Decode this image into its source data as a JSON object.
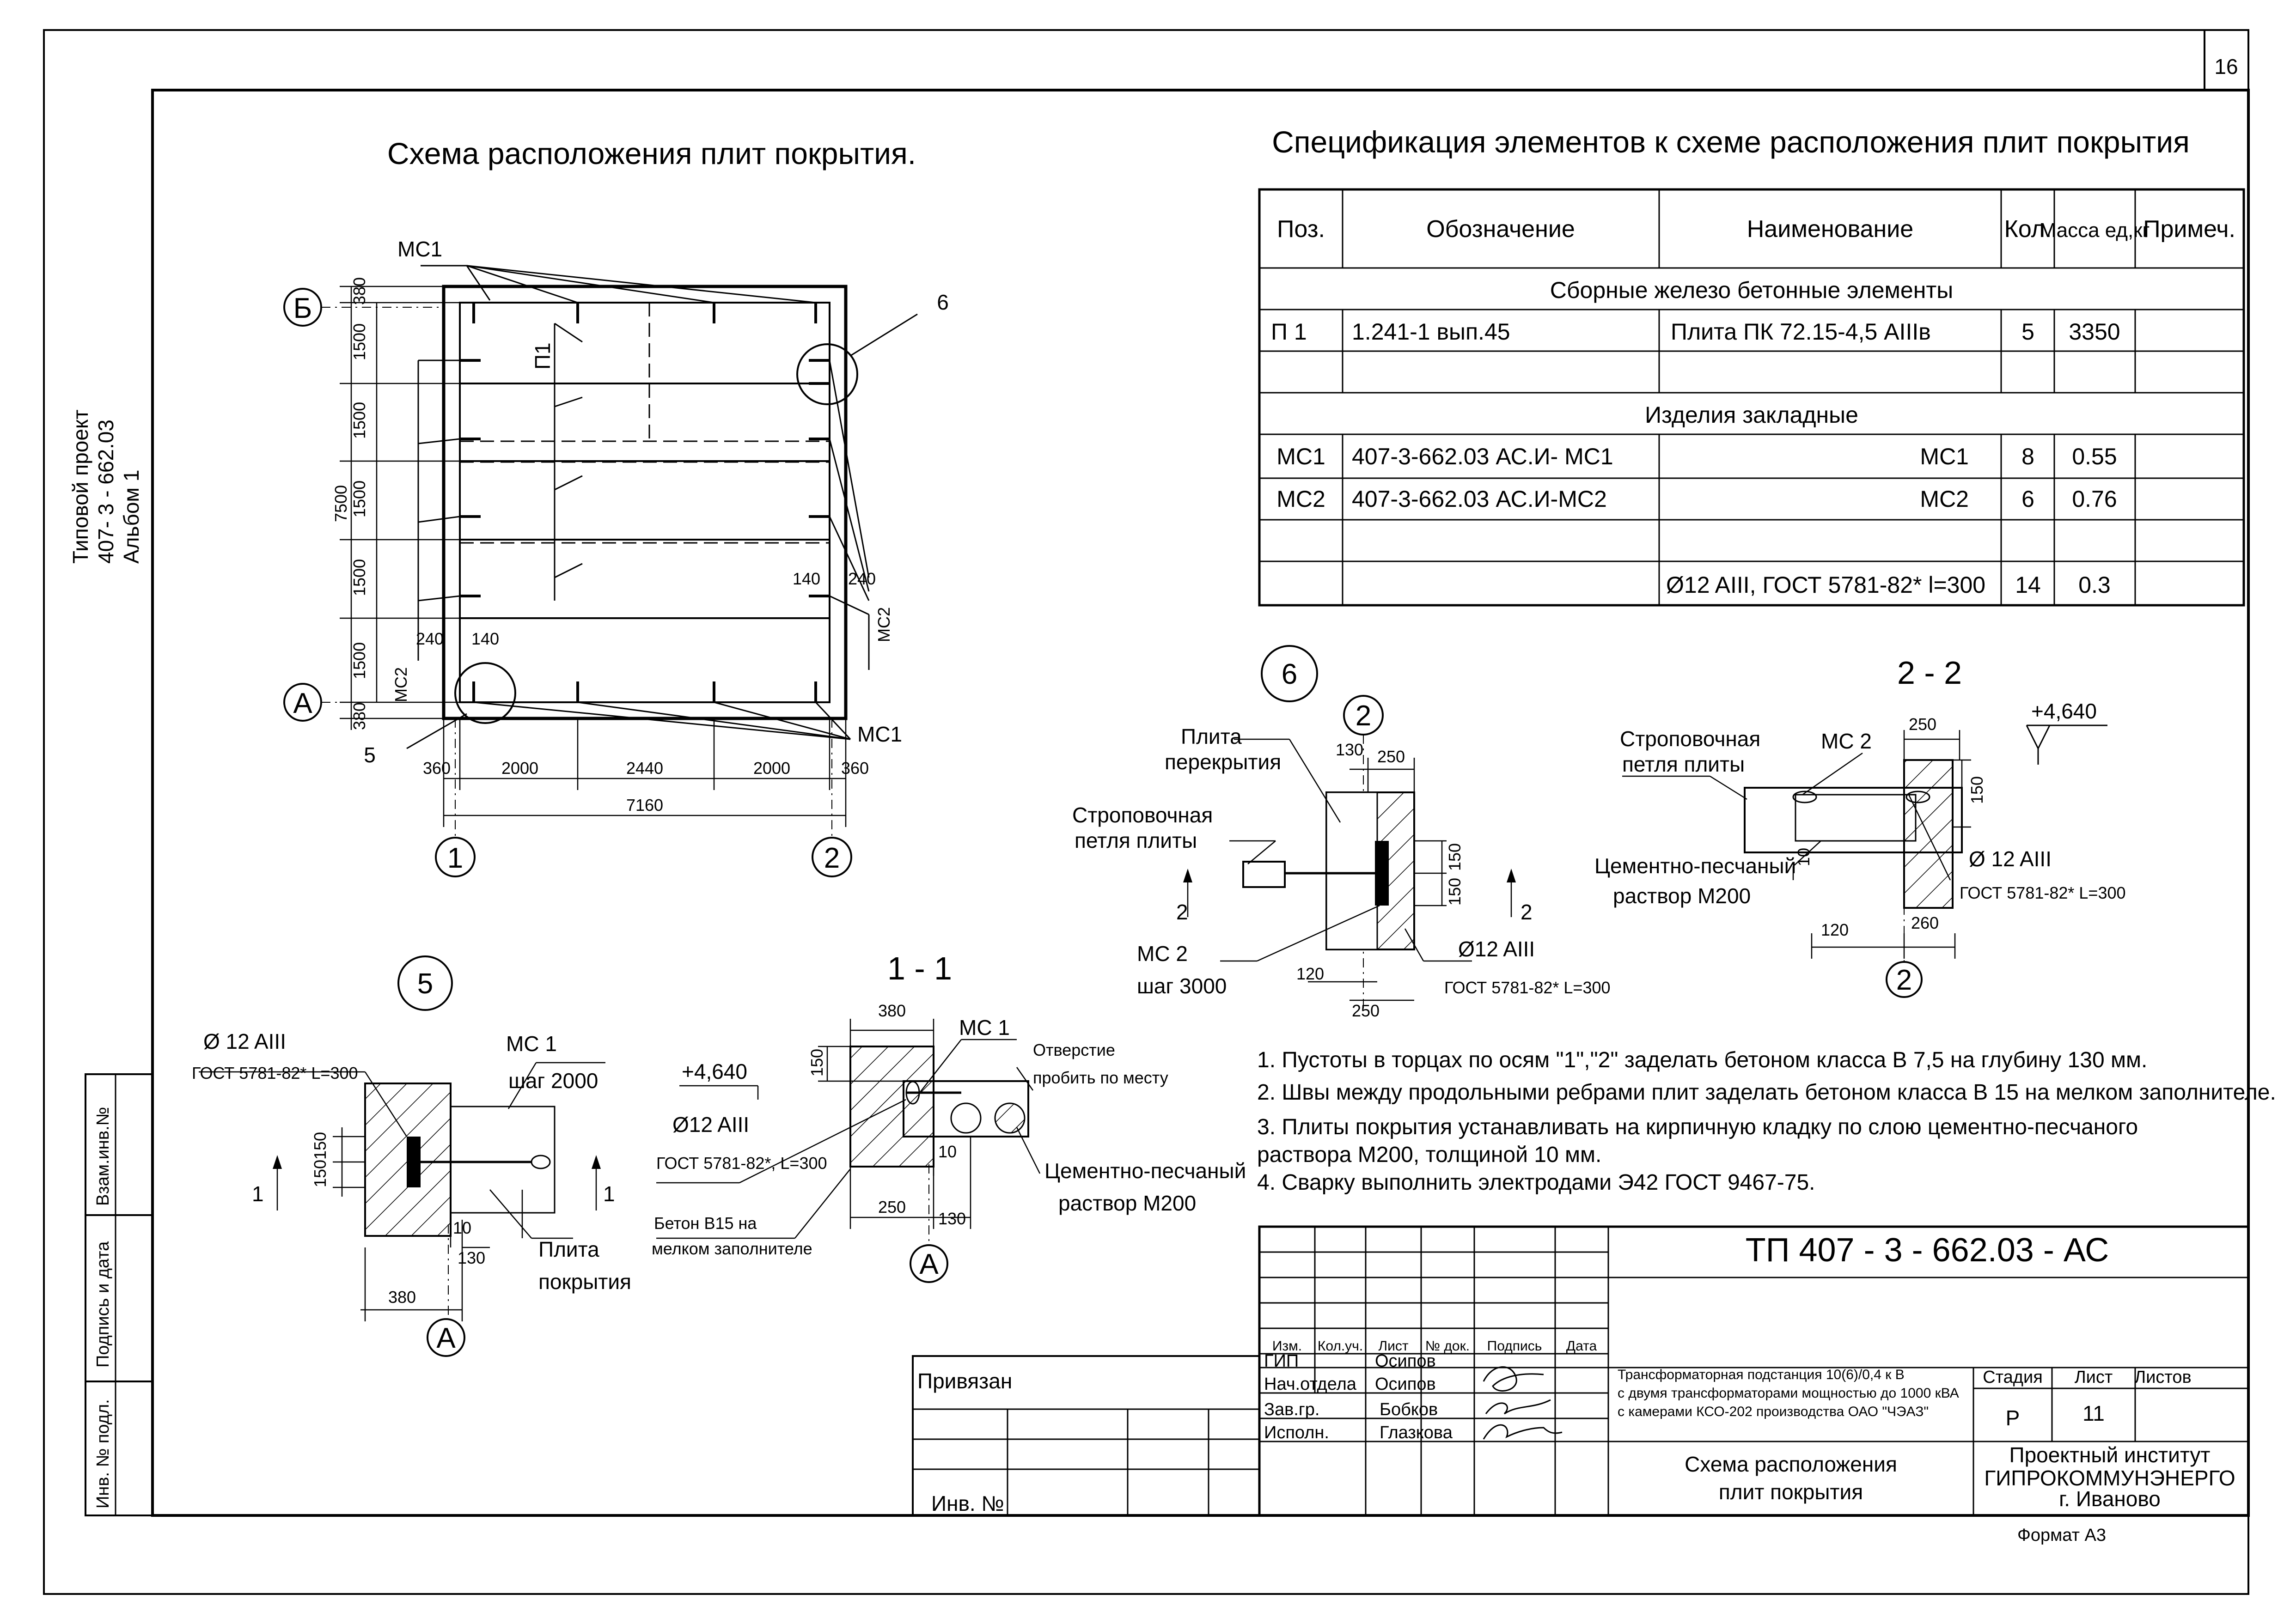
{
  "sheet_number": "16",
  "side_stamp": {
    "line1": "Типовой проект",
    "line2": "407- 3 - 662.03",
    "line3": "Альбом 1"
  },
  "left_margin_cells": [
    "Взам.инв.№",
    "Подпись и дата",
    "Инв. № подл."
  ],
  "scheme": {
    "title": "Схема расположения плит покрытия.",
    "axis_letters": [
      "Б",
      "А"
    ],
    "axis_numbers": [
      "1",
      "2"
    ],
    "callouts": [
      "6",
      "5"
    ],
    "element_labels": [
      "МС1",
      "П1",
      "МС2",
      "МС2",
      "МС1"
    ],
    "vertical_dims": [
      "380",
      "1500",
      "1500",
      "1500",
      "1500",
      "1500",
      "380"
    ],
    "total_vertical": "7500",
    "horizontal_dims": [
      "360",
      "2000",
      "2440",
      "2000",
      "360"
    ],
    "total_horizontal": "7160",
    "detail_dims": [
      "240",
      "140",
      "140",
      "240"
    ]
  },
  "spec": {
    "title": "Спецификация элементов к схеме   расположения плит покрытия",
    "headers": [
      "Поз.",
      "Обозначение",
      "Наименование",
      "Кол.",
      "Масса ед,кг",
      "Примеч."
    ],
    "group1": "Сборные железо бетонные элементы",
    "row1": {
      "pos": "П 1",
      "des": "1.241-1    вып.45",
      "name": "Плита ПК 72.15-4,5 AIIIв",
      "qty": "5",
      "mass": "3350"
    },
    "group2": "Изделия закладные",
    "row2": {
      "pos": "МС1",
      "des": "407-3-662.03  АС.И- МС1",
      "name": "МС1",
      "qty": "8",
      "mass": "0.55"
    },
    "row3": {
      "pos": "МС2",
      "des": "407-3-662.03  АС.И-МС2",
      "name": "МС2",
      "qty": "6",
      "mass": "0.76"
    },
    "row4": {
      "name": "Ø12 AIII, ГОСТ 5781-82* l=300",
      "qty": "14",
      "mass": "0.3"
    }
  },
  "detail6": {
    "num": "6",
    "axis": "2",
    "dims": [
      "130",
      "250",
      "150",
      "150",
      "120",
      "250"
    ],
    "labels": [
      "Плита",
      "перекрытия",
      "Строповочная",
      "петля плиты",
      "МС 2",
      "шаг 3000",
      "Ø12 AIII",
      "ГОСТ 5781-82*  L=300"
    ],
    "cut": "2"
  },
  "sec22": {
    "title": "2 - 2",
    "elev": "+4,640",
    "axis": "2",
    "dims": [
      "250",
      "150",
      "10",
      "120",
      "260"
    ],
    "labels": [
      "Строповочная",
      "петля плиты",
      "МС 2",
      "Цементно-песчаный",
      "раствор М200",
      "Ø 12 AIII",
      "ГОСТ 5781-82*  L=300"
    ]
  },
  "detail5": {
    "num": "5",
    "axis": "А",
    "dims": [
      "150",
      "150",
      "10",
      "130",
      "380"
    ],
    "labels": [
      "Ø 12 AIII",
      "ГОСТ 5781-82*  L=300",
      "МС 1",
      "шаг 2000",
      "Плита",
      "покрытия"
    ],
    "cut": "1"
  },
  "sec11": {
    "title": "1 - 1",
    "elev": "+4,640",
    "axis": "А",
    "dims": [
      "380",
      "150",
      "10",
      "250",
      "130"
    ],
    "labels": [
      "МС 1",
      "Отверстие",
      "пробить по месту",
      "Ø12 AIII",
      "ГОСТ 5781-82*, L=300",
      "Цементно-песчаный",
      "раствор М200",
      "Бетон В15  на",
      "мелком заполнителе"
    ]
  },
  "notes": [
    "1. Пустоты в торцах по осям \"1\",\"2\" заделать бетоном класса В 7,5 на глубину 130 мм.",
    "2. Швы между продольными ребрами плит заделать бетоном класса В 15 на мелком заполнителе.",
    "3. Плиты покрытия устанавливать на кирпичную кладку по слою цементно-песчаного",
    "    раствора М200, толщиной 10 мм.",
    "4. Сварку выполнить электродами Э42 ГОСТ 9467-75."
  ],
  "stamp": {
    "code": "ТП   407 - 3 - 662.03 - АС",
    "privyazan": "Привязан",
    "inv": "Инв. №",
    "col_heads": [
      "Изм.",
      "Кол.уч.",
      "Лист",
      "№ док.",
      "Подпись",
      "Дата"
    ],
    "roles": [
      "ГИП",
      "Нач.отдела",
      "Зав.гр.",
      "Исполн."
    ],
    "names": [
      "Осипов",
      "Осипов",
      "Бобков",
      "Глазкова"
    ],
    "project_desc": [
      "Трансформаторная подстанция 10(6)/0,4 к В",
      "с двумя трансформаторами мощностью до 1000 кВА",
      "с камерами КСО-202 производства ОАО \"ЧЭАЗ\""
    ],
    "stage_heads": [
      "Стадия",
      "Лист",
      "Листов"
    ],
    "stage": "Р",
    "sheet": "11",
    "sheet_title": [
      "Схема расположения",
      "плит покрытия"
    ],
    "org": [
      "Проектный институт",
      "ГИПРОКОММУНЭНЕРГО",
      "г. Иваново"
    ],
    "format": "Формат А3"
  }
}
